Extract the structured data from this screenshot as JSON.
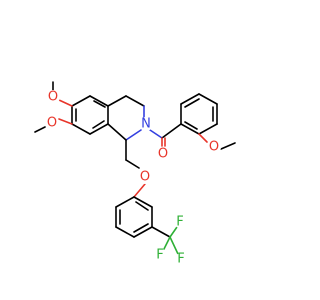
{
  "molecule": {
    "atoms": {
      "o_methoxy6": {
        "symbol": "O",
        "color": "#e8352a"
      },
      "o_methoxy7": {
        "symbol": "O",
        "color": "#e8352a"
      },
      "n_ring": {
        "symbol": "N",
        "color": "#3440e0"
      },
      "o_carbonyl": {
        "symbol": "O",
        "color": "#e8352a"
      },
      "o_methoxy_benzoyl": {
        "symbol": "O",
        "color": "#e8352a"
      },
      "o_ether": {
        "symbol": "O",
        "color": "#e8352a"
      },
      "f_1": {
        "symbol": "F",
        "color": "#2fb036"
      },
      "f_2": {
        "symbol": "F",
        "color": "#2fb036"
      },
      "f_3": {
        "symbol": "F",
        "color": "#2fb036"
      }
    }
  }
}
